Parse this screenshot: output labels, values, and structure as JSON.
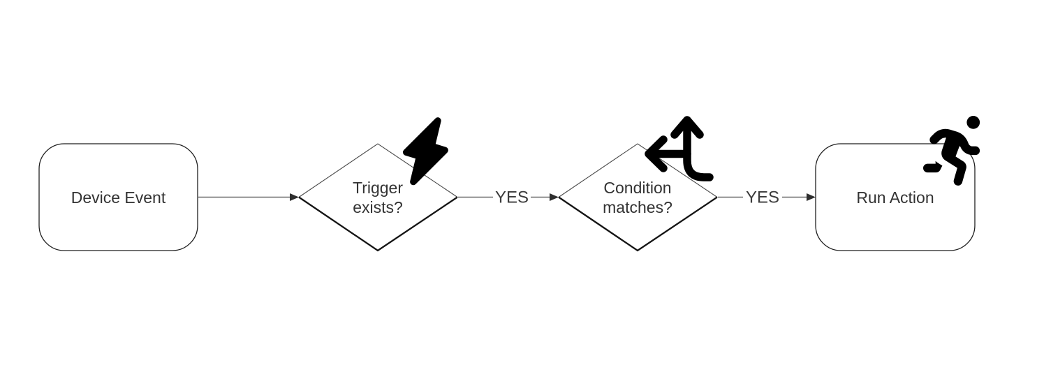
{
  "colors": {
    "background": "#ffffff",
    "shape_stroke": "#1f1f1f",
    "connector_line": "#6b6b6b",
    "text": "#333333",
    "icon": "#000000"
  },
  "flow": {
    "nodes": [
      {
        "id": "device-event",
        "shape": "rounded-rectangle",
        "label": "Device Event"
      },
      {
        "id": "trigger-exists",
        "shape": "decision-diamond",
        "label_line1": "Trigger",
        "label_line2": "exists?",
        "icon": "lightning-bolt-icon"
      },
      {
        "id": "condition-matches",
        "shape": "decision-diamond",
        "label_line1": "Condition",
        "label_line2": "matches?",
        "icon": "split-arrows-up-left-icon"
      },
      {
        "id": "run-action",
        "shape": "rounded-rectangle",
        "label": "Run Action",
        "icon": "running-person-icon"
      }
    ],
    "edges": [
      {
        "from": "device-event",
        "to": "trigger-exists"
      },
      {
        "from": "trigger-exists",
        "to": "condition-matches",
        "label": "YES"
      },
      {
        "from": "condition-matches",
        "to": "run-action",
        "label": "YES"
      }
    ]
  }
}
